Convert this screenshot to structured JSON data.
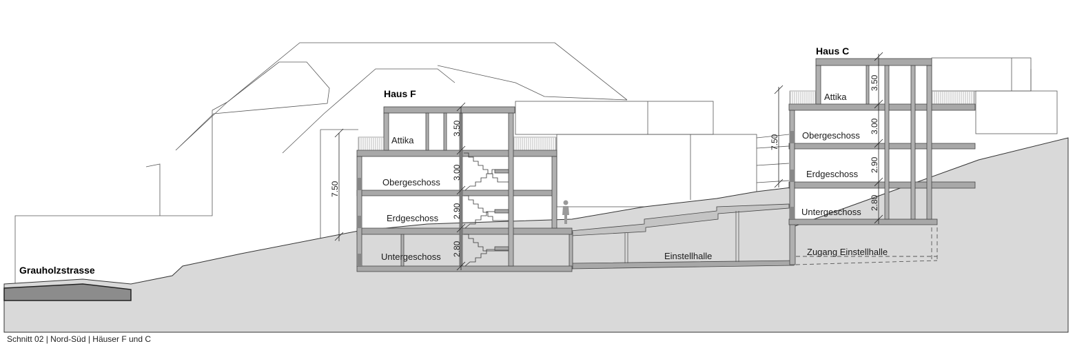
{
  "labels": {
    "haus_f": "Haus F",
    "haus_c": "Haus C",
    "street": "Grauholzstrasse",
    "einstellhalle": "Einstellhalle",
    "zugang": "Zugang Einstellhalle"
  },
  "haus_f_floors": {
    "attika": "Attika",
    "obergeschoss": "Obergeschoss",
    "erdgeschoss": "Erdgeschoss",
    "untergeschoss": "Untergeschoss"
  },
  "haus_c_floors": {
    "attika": "Attika",
    "obergeschoss": "Obergeschoss",
    "erdgeschoss": "Erdgeschoss",
    "untergeschoss": "Untergeschoss"
  },
  "haus_f_dims": {
    "attika": "3.50",
    "obergeschoss": "3.00",
    "erdgeschoss": "2.90",
    "untergeschoss": "2.80",
    "total": "7.50"
  },
  "haus_c_dims": {
    "attika": "3.50",
    "obergeschoss": "3.00",
    "erdgeschoss": "2.90",
    "untergeschoss": "2.80",
    "total": "7.50"
  },
  "caption": "Schnitt 02 | Nord-Süd | Häuser F und C",
  "colors": {
    "ground": "#d9d9d9",
    "slab": "#a8a8a8",
    "line": "#555555",
    "street": "#8c8c8c"
  }
}
